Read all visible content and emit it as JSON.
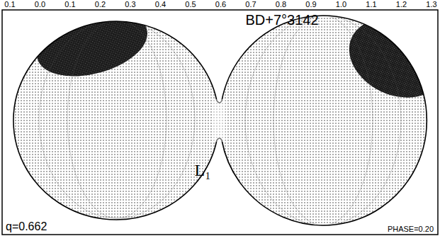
{
  "diagram": {
    "title": "BD+7°3142",
    "labels": [
      "0.1",
      "0.0",
      "0.1",
      "0.2",
      "0.3",
      "0.4",
      "0.5",
      "0.6",
      "0.7",
      "0.8",
      "0.9",
      "1.0",
      "1.1",
      "1.2",
      "1.3",
      "L₁",
      "q=0.662",
      "PHASE=0.20"
    ]
  }
}
